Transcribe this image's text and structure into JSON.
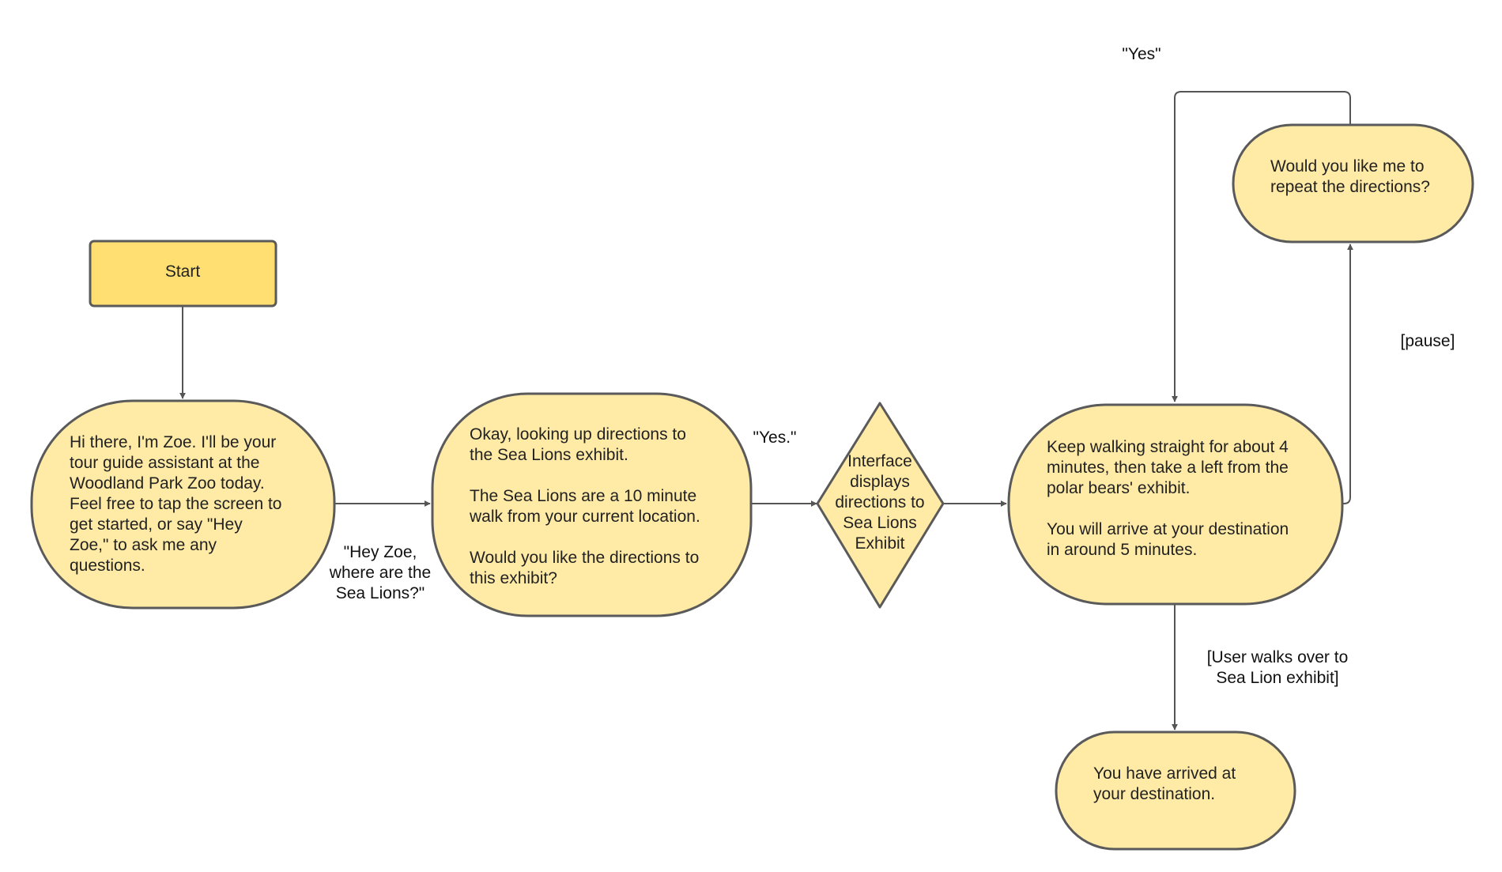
{
  "colors": {
    "start_fill": "#ffdf71",
    "node_fill": "#ffeaa6",
    "stroke": "#5a5a5a",
    "edge": "#555555"
  },
  "nodes": {
    "start": {
      "lines": [
        "Start"
      ]
    },
    "greeting": {
      "lines": [
        "Hi there, I'm Zoe. I'll be your",
        "tour guide assistant at the",
        "Woodland Park Zoo today.",
        "Feel free to tap the screen to",
        "get started, or say \"Hey",
        "Zoe,\" to ask me any",
        "questions."
      ]
    },
    "lookup": {
      "lines": [
        "Okay, looking up directions to",
        "the Sea Lions exhibit.",
        "",
        "The Sea Lions are a 10 minute",
        "walk from your current location.",
        "",
        "Would you like the directions to",
        "this exhibit?"
      ]
    },
    "interface": {
      "lines": [
        "Interface",
        "displays",
        "directions to",
        "Sea Lions",
        "Exhibit"
      ]
    },
    "directions": {
      "lines": [
        "Keep walking straight for about 4",
        "minutes, then take a left from the",
        "polar bears' exhibit.",
        "",
        "You will arrive at your destination",
        "in around 5 minutes."
      ]
    },
    "repeat": {
      "lines": [
        "Would you like me to",
        "repeat the directions?"
      ]
    },
    "arrived": {
      "lines": [
        "You have arrived at",
        "your destination."
      ]
    }
  },
  "edge_labels": {
    "hey_zoe": {
      "lines": [
        "\"Hey Zoe,",
        "where are the",
        "Sea Lions?\""
      ]
    },
    "yes_dot": {
      "lines": [
        "\"Yes.\""
      ]
    },
    "yes_top": {
      "lines": [
        "\"Yes\""
      ]
    },
    "pause": {
      "lines": [
        "[pause]"
      ]
    },
    "walks_over": {
      "lines": [
        "[User walks over to",
        "Sea Lion exhibit]"
      ]
    }
  }
}
